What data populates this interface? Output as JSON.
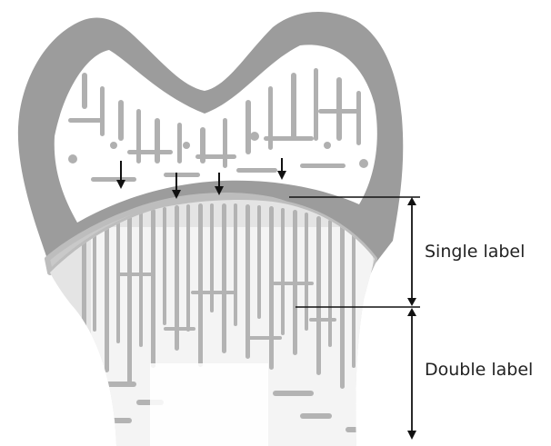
{
  "labels": {
    "single": "Single label",
    "double": "Double label"
  },
  "colors": {
    "bone_cortex": "#9c9c9c",
    "marrow_space": "#ffffff",
    "growth_plate": "#c9c9c9",
    "metaphysis_trabeculae": "#b3b3b3",
    "line": "#111111"
  },
  "indicators": {
    "arrow_count": 4,
    "arrow_icon": "down-arrow-icon"
  }
}
